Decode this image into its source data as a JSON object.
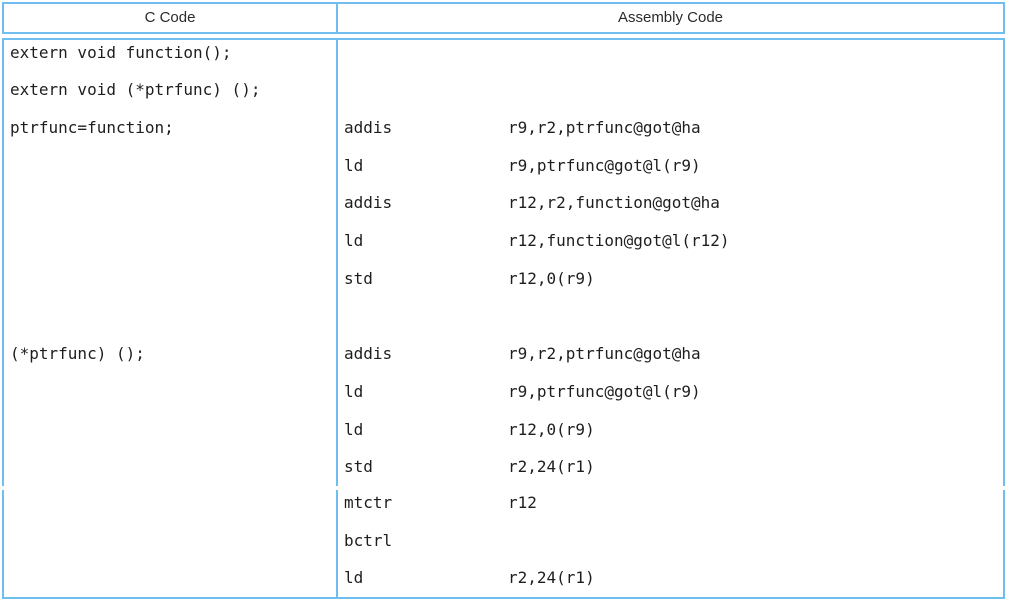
{
  "colors": {
    "border": "#6fbeef",
    "text": "#1e1e1e",
    "header_text": "#2b2b2b"
  },
  "header": {
    "c_code_label": "C Code",
    "assembly_label": "Assembly Code"
  },
  "c_code": {
    "row1_lines": [
      "extern void function();",
      "extern void (*ptrfunc) ();",
      "ptrfunc=function;",
      "",
      "",
      "",
      "",
      "",
      "(*ptrfunc) ();"
    ],
    "row2_lines": []
  },
  "assembly": {
    "row1_lines": [
      {
        "mnemonic": "",
        "operands": ""
      },
      {
        "mnemonic": "",
        "operands": ""
      },
      {
        "mnemonic": "addis",
        "operands": "r9,r2,ptrfunc@got@ha"
      },
      {
        "mnemonic": "ld",
        "operands": "r9,ptrfunc@got@l(r9)"
      },
      {
        "mnemonic": "addis",
        "operands": "r12,r2,function@got@ha"
      },
      {
        "mnemonic": "ld",
        "operands": "r12,function@got@l(r12)"
      },
      {
        "mnemonic": "std",
        "operands": "r12,0(r9)"
      },
      {
        "mnemonic": "",
        "operands": ""
      },
      {
        "mnemonic": "addis",
        "operands": "r9,r2,ptrfunc@got@ha"
      },
      {
        "mnemonic": "ld",
        "operands": "r9,ptrfunc@got@l(r9)"
      },
      {
        "mnemonic": "ld",
        "operands": "r12,0(r9)"
      },
      {
        "mnemonic": "std",
        "operands": "r2,24(r1)"
      }
    ],
    "row2_lines": [
      {
        "mnemonic": "mtctr",
        "operands": "r12"
      },
      {
        "mnemonic": "bctrl",
        "operands": ""
      },
      {
        "mnemonic": "ld",
        "operands": "r2,24(r1)"
      }
    ]
  }
}
